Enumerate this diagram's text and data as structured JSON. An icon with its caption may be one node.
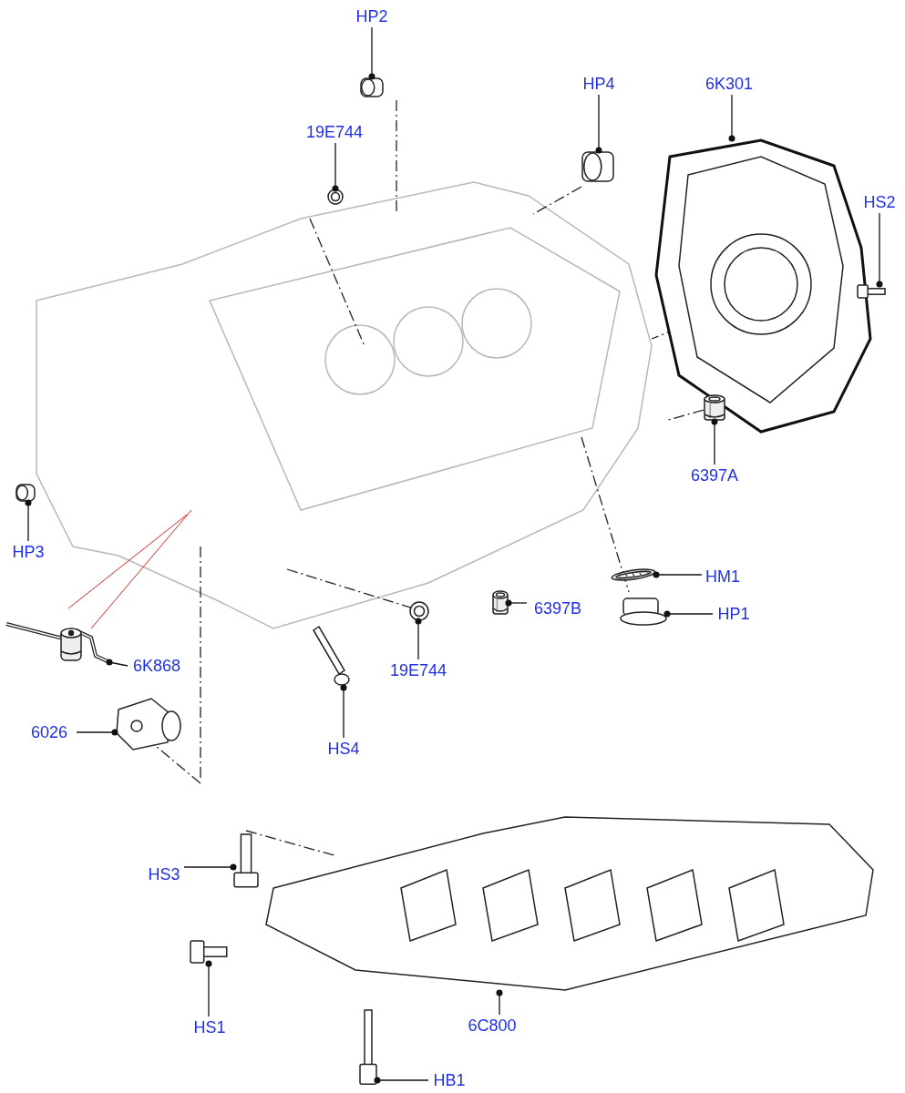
{
  "diagram": {
    "nodes": [
      {
        "text": [
          "HP2"
        ]
      },
      {
        "text": [],
        "shape": "picture"
      },
      {
        "text": [
          "19E744"
        ]
      },
      {
        "text": [],
        "shape": "picture"
      },
      {
        "text": [
          "HP4"
        ]
      },
      {
        "text": [],
        "shape": "picture"
      },
      {
        "text": [
          "6K301"
        ]
      },
      {
        "text": [],
        "shape": "picture"
      },
      {
        "text": [
          "HS2"
        ]
      },
      {
        "text": [],
        "shape": "picture"
      },
      {
        "text": [
          "6397A"
        ]
      },
      {
        "text": [],
        "shape": "picture"
      },
      {
        "text": [
          "HP3"
        ]
      },
      {
        "text": [],
        "shape": "picture"
      },
      {
        "text": [
          "6K868"
        ]
      },
      {
        "text": [],
        "shape": "picture"
      },
      {
        "text": [
          "6026"
        ]
      },
      {
        "text": [],
        "shape": "picture"
      },
      {
        "text": [
          "HS4"
        ]
      },
      {
        "text": [],
        "shape": "picture"
      },
      {
        "text": [
          "19E744"
        ]
      },
      {
        "text": [],
        "shape": "picture"
      },
      {
        "text": [
          "6397B"
        ]
      },
      {
        "text": [],
        "shape": "picture"
      },
      {
        "text": [
          "HM1"
        ]
      },
      {
        "text": [],
        "shape": "picture"
      },
      {
        "text": [
          "HP1"
        ]
      },
      {
        "text": [],
        "shape": "picture"
      },
      {
        "text": [
          "HS3"
        ]
      },
      {
        "text": [],
        "shape": "picture"
      },
      {
        "text": [
          "HS1"
        ]
      },
      {
        "text": [],
        "shape": "picture"
      },
      {
        "text": [
          "6C800"
        ]
      },
      {
        "text": [],
        "shape": "picture"
      },
      {
        "text": [
          "HB1"
        ]
      },
      {
        "text": [],
        "shape": "picture"
      }
    ],
    "edges": [
      {
        "from": 0,
        "to": 1,
        "arrow": "other"
      },
      {
        "from": 2,
        "to": 3,
        "arrow": "other"
      },
      {
        "from": 4,
        "to": 5,
        "arrow": "other"
      },
      {
        "from": 6,
        "to": 7,
        "arrow": "other"
      },
      {
        "from": 8,
        "to": 9,
        "arrow": "other"
      },
      {
        "from": 10,
        "to": 11,
        "arrow": "other"
      },
      {
        "from": 12,
        "to": 13,
        "arrow": "other"
      },
      {
        "from": 14,
        "to": 15,
        "arrow": "other"
      },
      {
        "from": 16,
        "to": 17,
        "arrow": "other"
      },
      {
        "from": 18,
        "to": 19,
        "arrow": "other"
      },
      {
        "from": 20,
        "to": 21,
        "arrow": "other"
      },
      {
        "from": 22,
        "to": 23,
        "arrow": "other"
      },
      {
        "from": 24,
        "to": 25,
        "arrow": "other"
      },
      {
        "from": 26,
        "to": 27,
        "arrow": "other"
      },
      {
        "from": 28,
        "to": 29,
        "arrow": "other"
      },
      {
        "from": 30,
        "to": 31,
        "arrow": "other"
      },
      {
        "from": 32,
        "to": 33,
        "arrow": "other"
      },
      {
        "from": 34,
        "to": 35,
        "arrow": "other"
      }
    ]
  }
}
